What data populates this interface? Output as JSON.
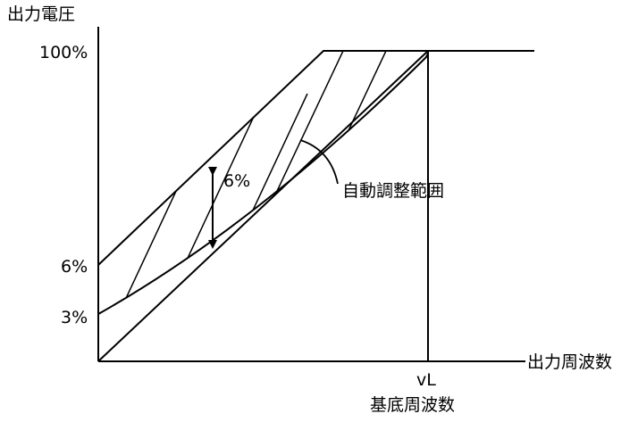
{
  "labels": {
    "y_axis_title": "出力電圧",
    "x_axis_title": "出力周波数",
    "y_tick_100": "100%",
    "y_tick_6": "6%",
    "y_tick_3": "3%",
    "band_width_label": "6%",
    "region_label": "自動調整範囲",
    "x_tick_vL": "vL",
    "x_tick_vL_caption": "基底周波数"
  },
  "colors": {
    "ink": "#000000",
    "background": "#ffffff"
  }
}
